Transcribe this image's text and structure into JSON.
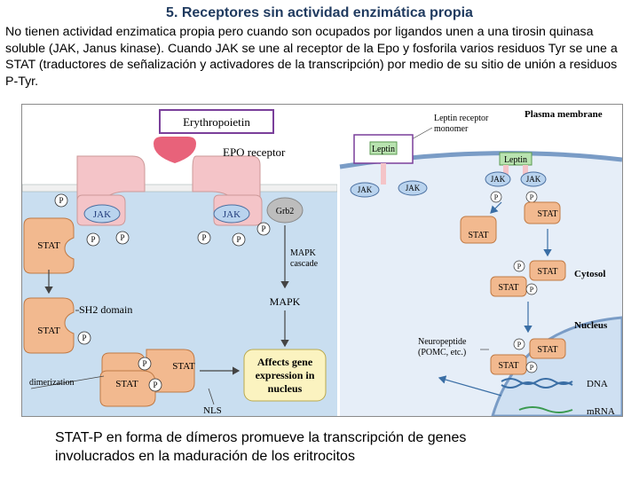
{
  "header": {
    "title": "5. Receptores sin actividad enzimática propia",
    "intro": "No tienen actividad enzimatica propia pero cuando son ocupados por ligandos unen a una tirosin quinasa soluble (JAK, Janus kinase).  Cuando JAK se une al receptor de la Epo y fosforila varios residuos Tyr se une a STAT (traductores de señalización y activadores de la transcripción) por medio de su sitio de unión a residuos P-Tyr."
  },
  "left_panel": {
    "ligand_label": "Erythropoietin",
    "receptor_label": "EPO receptor",
    "jak_label": "JAK",
    "grb2_label": "Grb2",
    "p_label": "P",
    "stat_label": "STAT",
    "sh2_label": "SH2 domain",
    "mapk_cascade_line1": "MAPK",
    "mapk_cascade_line2": "cascade",
    "mapk_label": "MAPK",
    "dimerization_label": "dimerization",
    "nls_label": "NLS",
    "affects_line1": "Affects gene",
    "affects_line2": "expression in",
    "affects_line3": "nucleus"
  },
  "right_panel": {
    "leptin_label": "Leptin",
    "monomer_line1": "Leptin receptor",
    "monomer_line2": "monomer",
    "membrane_label": "Plasma membrane",
    "cytosol_label": "Cytosol",
    "nucleus_label": "Nucleus",
    "neuropeptide_line1": "Neuropeptide",
    "neuropeptide_line2": "(POMC, etc.)",
    "dna_label": "DNA",
    "mrna_label": "mRNA",
    "jak_label": "JAK",
    "stat_label": "STAT",
    "p_label": "P"
  },
  "caption": {
    "line1": "STAT-P en forma de dímeros promueve la transcripción de genes",
    "line2": "involucrados en la maduración de los eritrocitos"
  },
  "colors": {
    "title": "#1f3a5f",
    "receptor_pink": "#f4c4c8",
    "ligand_red": "#e8627a",
    "cytosol_blue": "#c9def0",
    "stat_orange": "#f2b98f",
    "jak_blue": "#b9d3ee",
    "affects_yellow": "#fbf3c0",
    "ligand_box_purple": "#7a3f9a"
  }
}
